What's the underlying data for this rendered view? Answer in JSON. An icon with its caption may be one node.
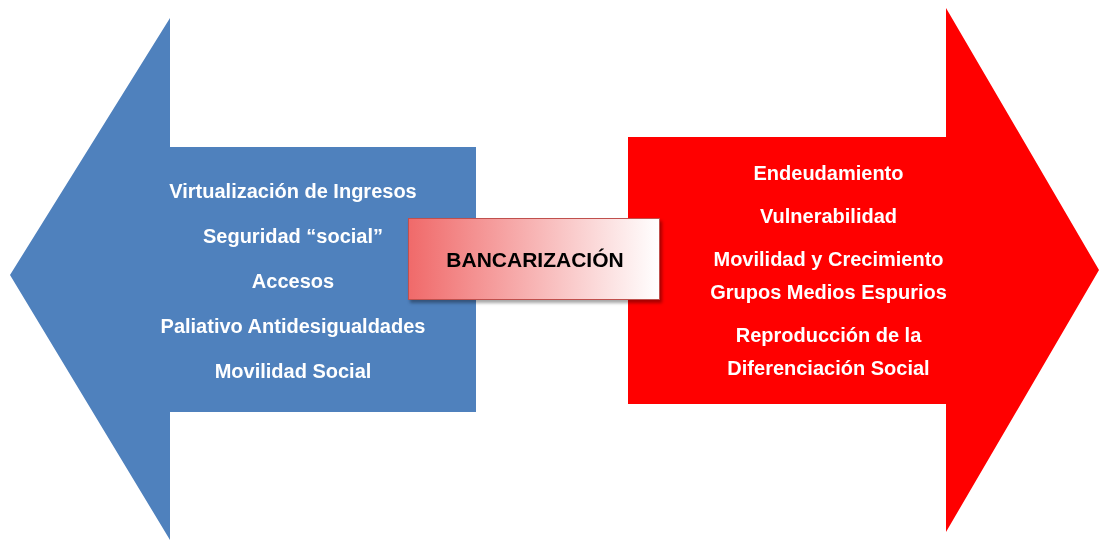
{
  "diagram": {
    "nodes": [
      {
        "text": [
          "Virtualización de Ingresos",
          "Seguridad “social”",
          "Accesos",
          "Paliativo Antidesigualdades",
          "Movilidad Social"
        ]
      },
      {
        "text": [
          "Endeudamiento",
          "Vulnerabilidad",
          "Movilidad y Crecimiento Grupos Medios Espurios",
          "Reproducción de la Diferenciación Social"
        ]
      },
      {
        "text": [
          "BANCARIZACIÓN"
        ]
      }
    ]
  }
}
